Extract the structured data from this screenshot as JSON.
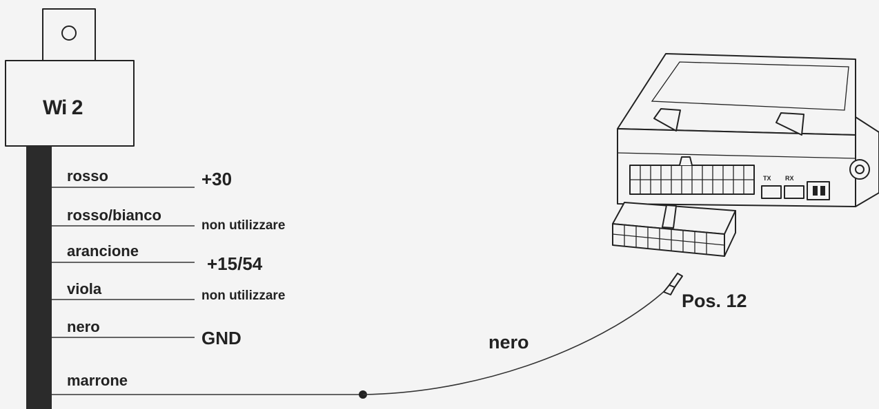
{
  "relay": {
    "title": "Wi 2"
  },
  "wires": [
    {
      "color": "rosso",
      "function": "+30"
    },
    {
      "color": "rosso/bianco",
      "function": "non utilizzare"
    },
    {
      "color": "arancione",
      "function": "+15/54"
    },
    {
      "color": "viola",
      "function": "non utilizzare"
    },
    {
      "color": "nero",
      "function": "GND"
    },
    {
      "color": "marrone",
      "function": ""
    }
  ],
  "cable": {
    "label": "nero"
  },
  "module": {
    "tx_label": "TX",
    "rx_label": "RX",
    "pin_label": "Pos. 12"
  }
}
